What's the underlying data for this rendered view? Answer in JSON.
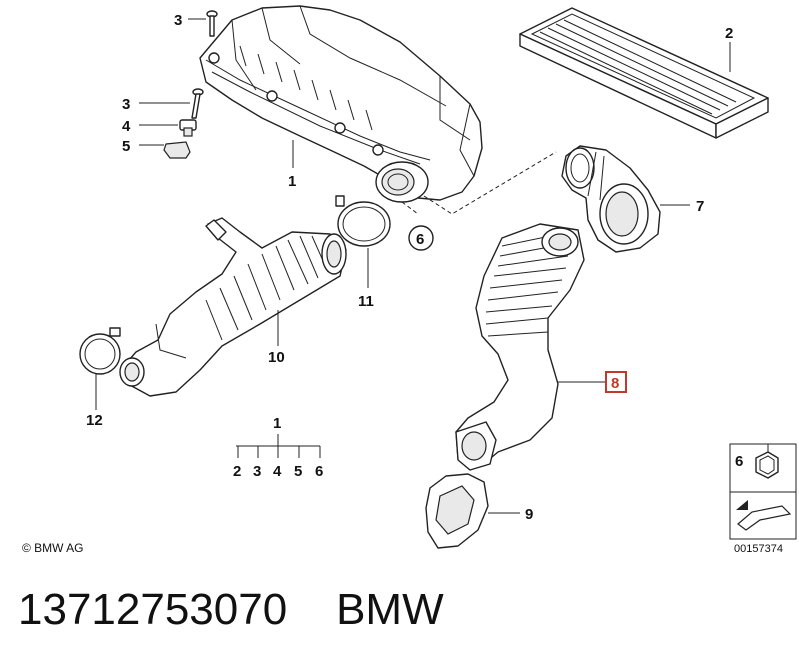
{
  "callouts": {
    "c1_top": "1",
    "c2": "2",
    "c3_top": "3",
    "c3_mid": "3",
    "c4": "4",
    "c5": "5",
    "c6_ring": "6",
    "c7": "7",
    "c8": "8",
    "c9": "9",
    "c10": "10",
    "c11": "11",
    "c12": "12"
  },
  "kit_tree": {
    "root": "1",
    "children": [
      "2",
      "3",
      "4",
      "5",
      "6"
    ]
  },
  "legend_box": {
    "number": "6"
  },
  "highlight_color": "#c0392b",
  "copyright": "© BMW AG",
  "diagram_id": "00157374",
  "caption": "13712753070    BMW"
}
